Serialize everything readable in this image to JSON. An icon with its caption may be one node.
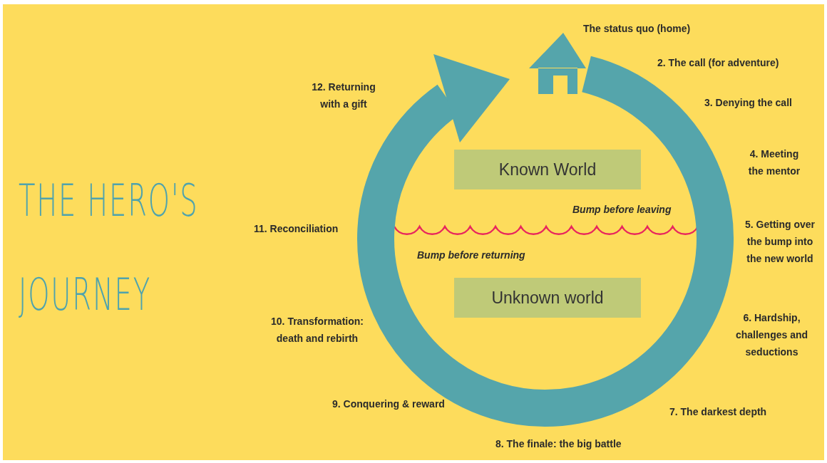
{
  "diagram": {
    "title": "THE HERO'S JOURNEY",
    "nodes": [
      {
        "text": [
          "Known World"
        ]
      },
      {
        "text": [
          "Unknown world"
        ]
      }
    ],
    "labels": [
      "The status quo (home)",
      "2. The call (for adventure)",
      "12. Returning with a gift",
      "3. Denying the call",
      "4. Meeting the mentor",
      "Bump before leaving",
      "11. Reconciliation",
      "5. Getting over the bump into the new world",
      "Bump before returning",
      "10. Transformation: death and rebirth",
      "6. Hardship, challenges and seductions",
      "9. Conquering & reward",
      "7. The darkest depth",
      "8. The finale: the big battle"
    ]
  }
}
